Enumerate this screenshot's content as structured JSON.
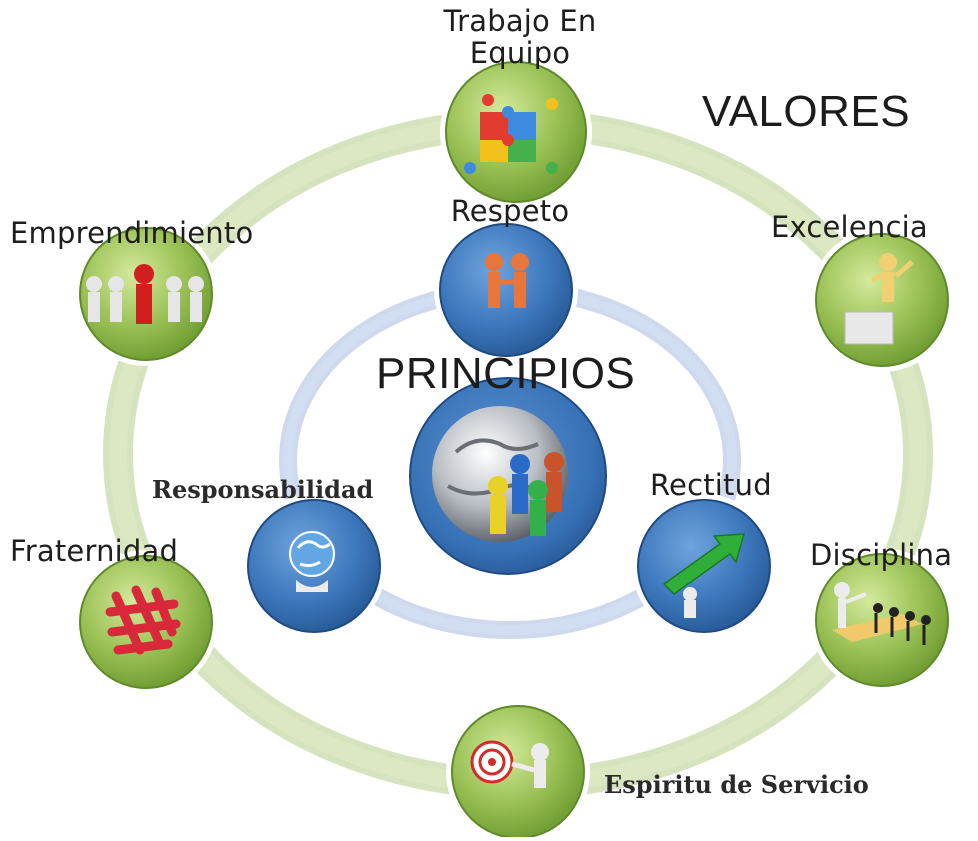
{
  "valores_title": "VALORES",
  "principios_title": "PRINCIPIOS",
  "valores": {
    "trabajo_en_equipo": {
      "line1": "Trabajo En",
      "line2": "Equipo",
      "icon": "puzzle-team-icon"
    },
    "excelencia": {
      "label": "Excelencia",
      "icon": "podium-figure-icon"
    },
    "disciplina": {
      "label": "Disciplina",
      "icon": "leader-pointing-icon"
    },
    "espiritu_de_servicio": {
      "label": "Espiritu de Servicio",
      "icon": "target-figure-icon"
    },
    "fraternidad": {
      "label": "Fraternidad",
      "icon": "interlaced-knot-icon"
    },
    "emprendimiento": {
      "label": "Emprendimiento",
      "icon": "red-leader-crowd-icon"
    }
  },
  "principios": {
    "respeto": {
      "label": "Respeto",
      "icon": "handshake-figures-icon"
    },
    "rectitud": {
      "label": "Rectitud",
      "icon": "green-arrow-icon"
    },
    "responsabilidad": {
      "label": "Responsabilidad",
      "icon": "hand-globe-icon"
    },
    "center": {
      "icon": "globe-people-icon"
    }
  },
  "colors": {
    "outer_ring": "#c8d8a6",
    "inner_ring": "#b8c8e6",
    "green_node": "#8fb84a",
    "blue_node": "#3f7cc0"
  }
}
